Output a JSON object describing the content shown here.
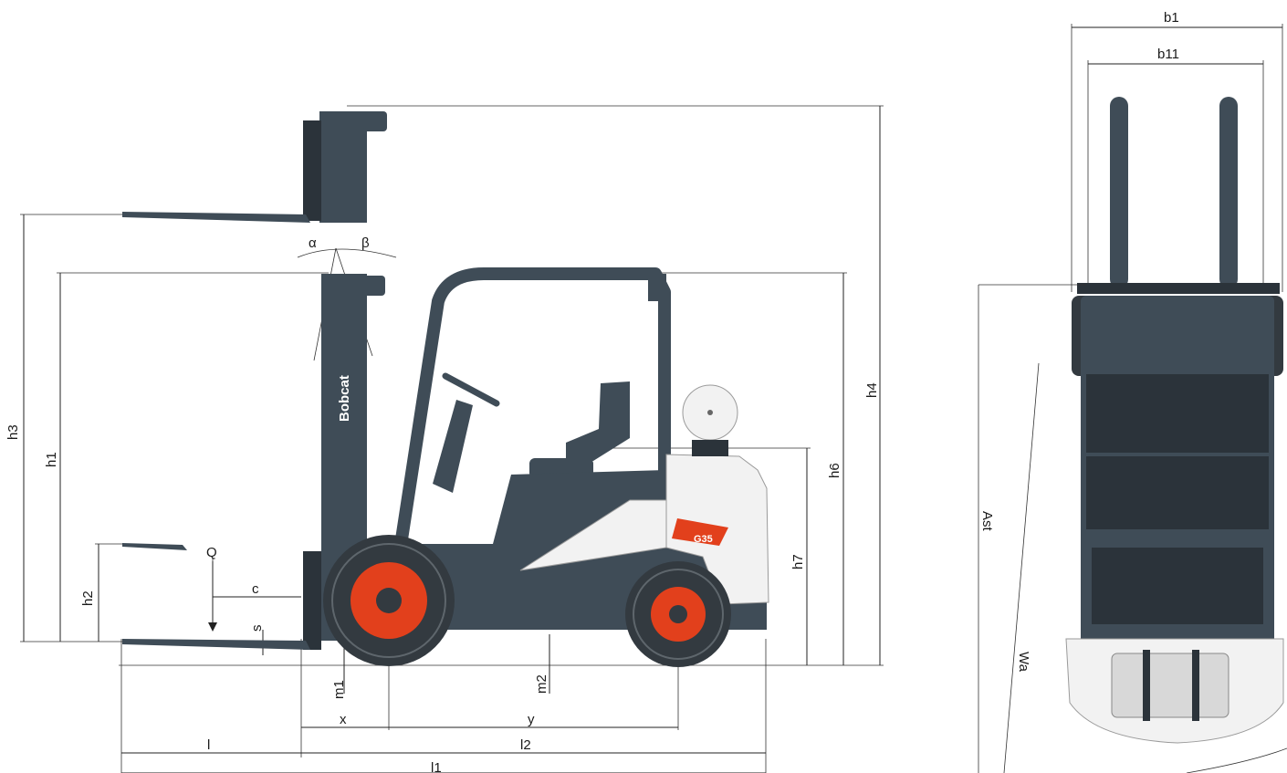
{
  "labels": {
    "h3": "h3",
    "h1": "h1",
    "h2": "h2",
    "h4": "h4",
    "h6": "h6",
    "h7": "h7",
    "alpha": "α",
    "beta": "β",
    "Q": "Q",
    "c": "c",
    "s": "s",
    "m1": "m1",
    "m2": "m2",
    "x": "x",
    "y": "y",
    "l": "l",
    "l2": "l2",
    "l1": "l1",
    "b1": "b1",
    "b11": "b11",
    "Ast": "Ast",
    "Wa": "Wa"
  },
  "branding": {
    "logo_text": "Bobcat",
    "model_badge": "G35"
  },
  "colors": {
    "body": "#3f4c57",
    "accent_rims": "#e2401c",
    "counterweight": "#f2f2f2"
  }
}
